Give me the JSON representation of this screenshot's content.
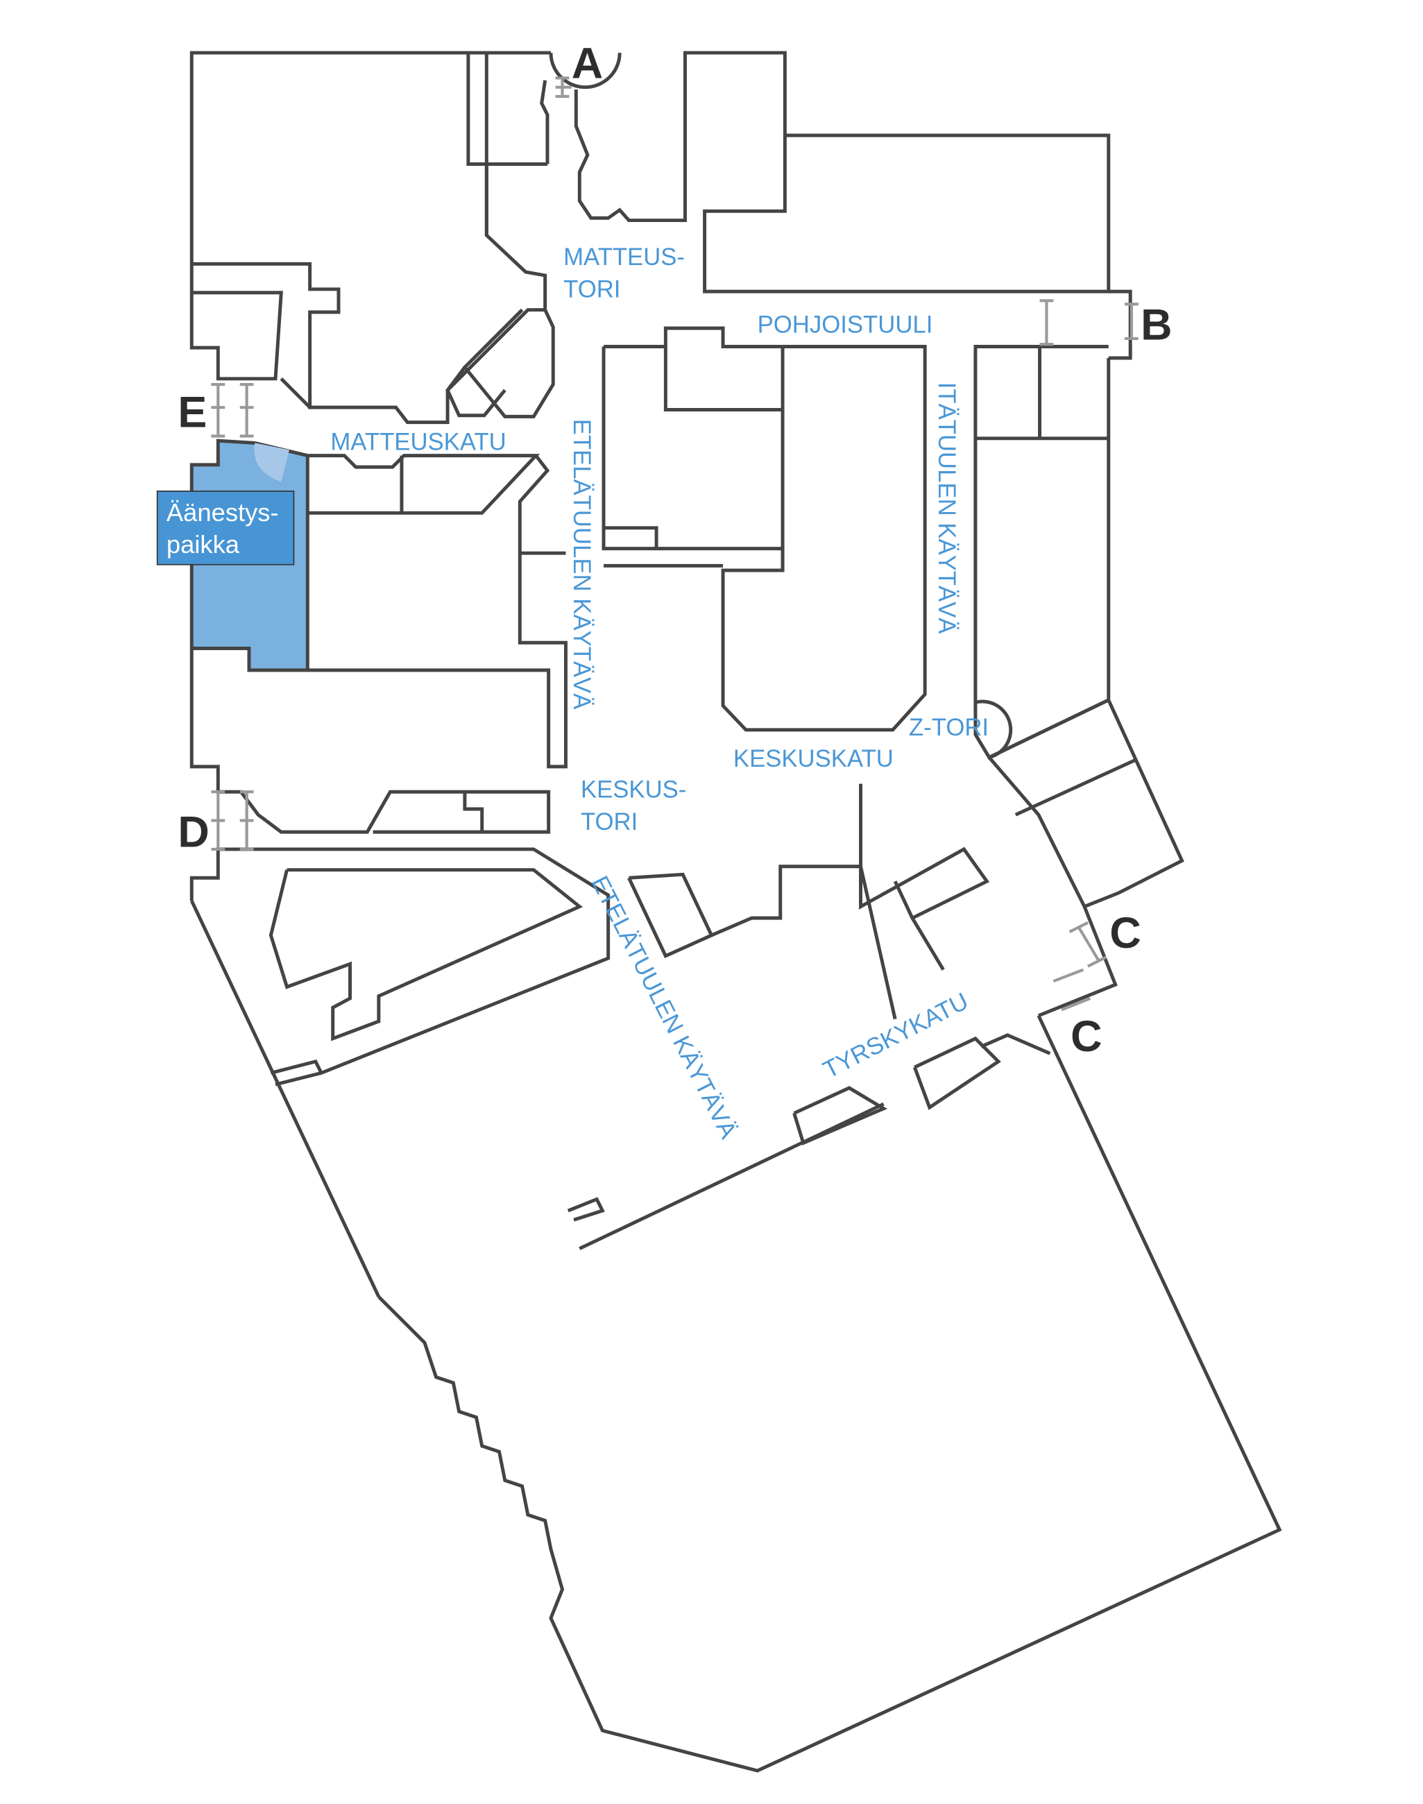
{
  "map": {
    "entrances": [
      "A",
      "B",
      "C",
      "C",
      "D",
      "E"
    ],
    "streets": {
      "matteustori_1": "MATTEUS-",
      "matteustori_2": "TORI",
      "pohjoistuuli": "POHJOISTUULI",
      "matteuskatu": "MATTEUSKATU",
      "etelatuulen_north": "ETELÄTUULEN KÄYTÄVÄ",
      "itatuulen": "ITÄTUULEN KÄYTÄVÄ",
      "ztori": "Z-TORI",
      "keskuskatu": "KESKUSKATU",
      "keskustori_1": "KESKUS-",
      "keskustori_2": "TORI",
      "etelatuulen_south": "ETELÄTUULEN KÄYTÄVÄ",
      "tyrskykatu": "TYRSKYKATU"
    },
    "highlight": {
      "line1": "Äänestys-",
      "line2": "paikka",
      "color": "#4795d4",
      "area_color": "#7ab1df"
    }
  }
}
